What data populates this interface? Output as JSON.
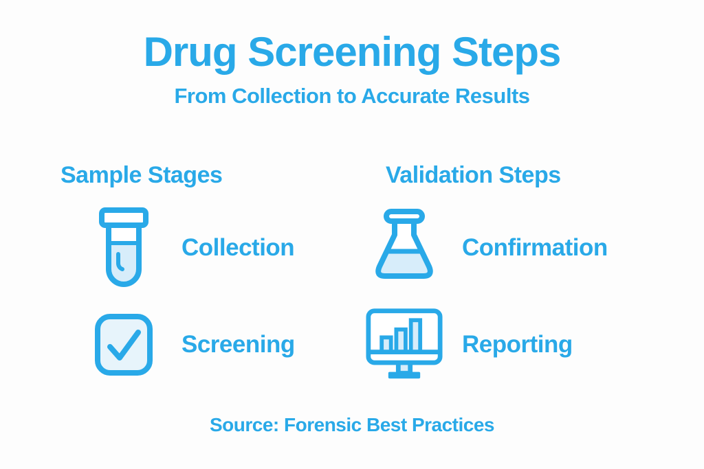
{
  "page": {
    "title": "Drug Screening Steps",
    "subtitle": "From Collection to Accurate Results",
    "source": "Source: Forensic Best Practices"
  },
  "columns": [
    {
      "heading": "Sample Stages",
      "items": [
        {
          "icon": "test-tube-icon",
          "label": "Collection"
        },
        {
          "icon": "checkbox-check-icon",
          "label": "Screening"
        }
      ]
    },
    {
      "heading": "Validation Steps",
      "items": [
        {
          "icon": "flask-icon",
          "label": "Confirmation"
        },
        {
          "icon": "monitor-bar-chart-icon",
          "label": "Reporting"
        }
      ]
    }
  ],
  "colors": {
    "primary_blue": "#29a9e8",
    "icon_fill_light": "#d7edfa",
    "icon_fill_lighter": "#e7f4fb",
    "background": "#fdfdfd"
  }
}
